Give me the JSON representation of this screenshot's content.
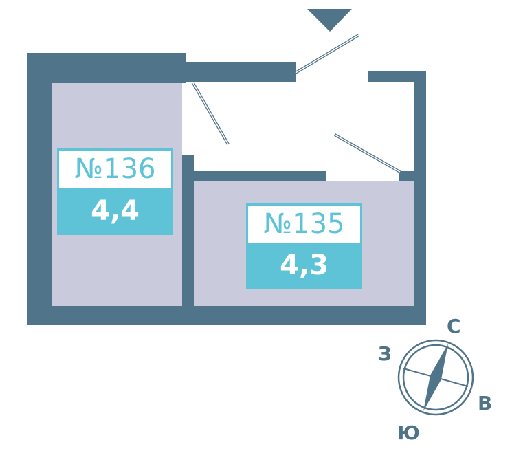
{
  "rooms": [
    {
      "number": "№136",
      "area": "4,4"
    },
    {
      "number": "№135",
      "area": "4,3"
    }
  ],
  "compass": {
    "north": "С",
    "west": "З",
    "east": "В",
    "south": "Ю"
  },
  "colors": {
    "wall": "#50748a",
    "room_fill": "#c9cbdc",
    "label": "#5ec3d7"
  }
}
